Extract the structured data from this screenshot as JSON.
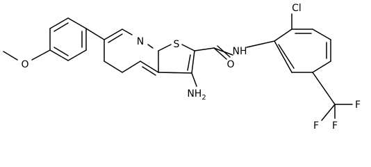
{
  "atoms": {
    "methoxy_o": "O",
    "pyridine_n": "N",
    "thiophene_s": "S",
    "amide_nh": "NH",
    "amino_nh2": "NH",
    "amino_subscript": "2",
    "carbonyl_o": "O",
    "chlorine": "Cl",
    "cf3_f1": "F",
    "cf3_f2": "F",
    "cf3_f3": "F"
  }
}
